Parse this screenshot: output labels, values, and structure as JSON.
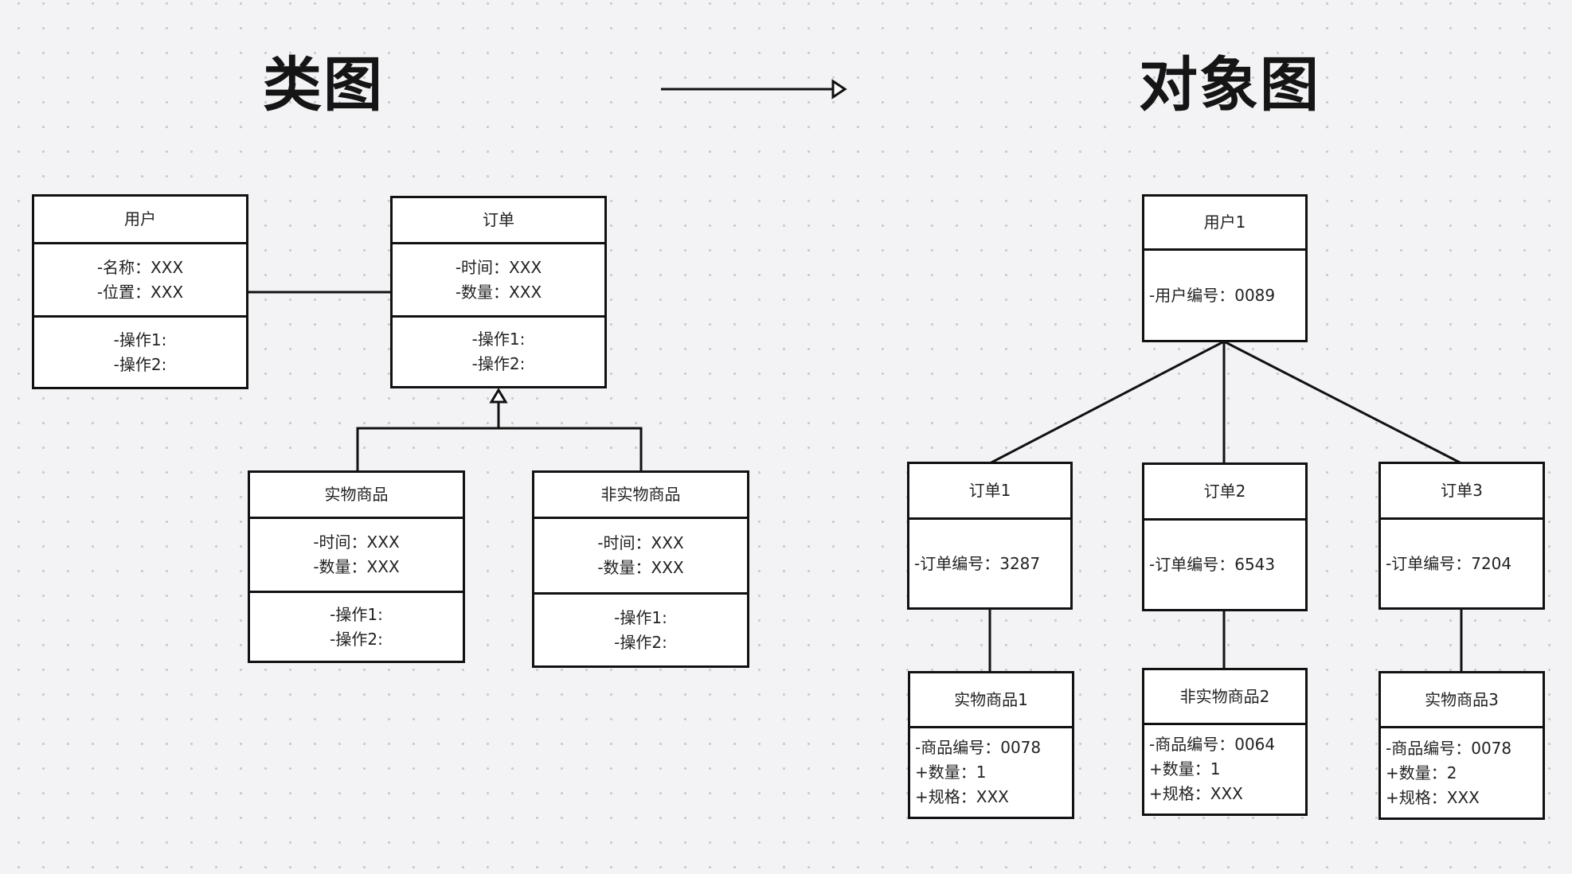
{
  "titles": {
    "class_diagram": "类图",
    "object_diagram": "对象图"
  },
  "class_diagram": {
    "user": {
      "name": "用户",
      "attributes": [
        "-名称：XXX",
        "-位置：XXX"
      ],
      "operations": [
        "-操作1:",
        "-操作2:"
      ]
    },
    "order": {
      "name": "订单",
      "attributes": [
        "-时间：XXX",
        "-数量：XXX"
      ],
      "operations": [
        "-操作1:",
        "-操作2:"
      ]
    },
    "physical_goods": {
      "name": "实物商品",
      "attributes": [
        "-时间：XXX",
        "-数量：XXX"
      ],
      "operations": [
        "-操作1:",
        "-操作2:"
      ]
    },
    "virtual_goods": {
      "name": "非实物商品",
      "attributes": [
        "-时间：XXX",
        "-数量：XXX"
      ],
      "operations": [
        "-操作1:",
        "-操作2:"
      ]
    }
  },
  "object_diagram": {
    "user1": {
      "name": "用户1",
      "attributes": [
        "-用户编号：0089"
      ]
    },
    "order1": {
      "name": "订单1",
      "attributes": [
        "-订单编号：3287"
      ]
    },
    "order2": {
      "name": "订单2",
      "attributes": [
        "-订单编号：6543"
      ]
    },
    "order3": {
      "name": "订单3",
      "attributes": [
        "-订单编号：7204"
      ]
    },
    "goods1": {
      "name": "实物商品1",
      "attributes": [
        "-商品编号：0078",
        "+数量：1",
        "+规格：XXX"
      ]
    },
    "goods2": {
      "name": "非实物商品2",
      "attributes": [
        "-商品编号：0064",
        "+数量：1",
        "+规格：XXX"
      ]
    },
    "goods3": {
      "name": "实物商品3",
      "attributes": [
        "-商品编号：0078",
        "+数量：2",
        "+规格：XXX"
      ]
    }
  },
  "colors": {
    "background": "#f3f3f5",
    "line": "#111111",
    "box_fill": "#ffffff",
    "dot": "#c9c9cf"
  }
}
